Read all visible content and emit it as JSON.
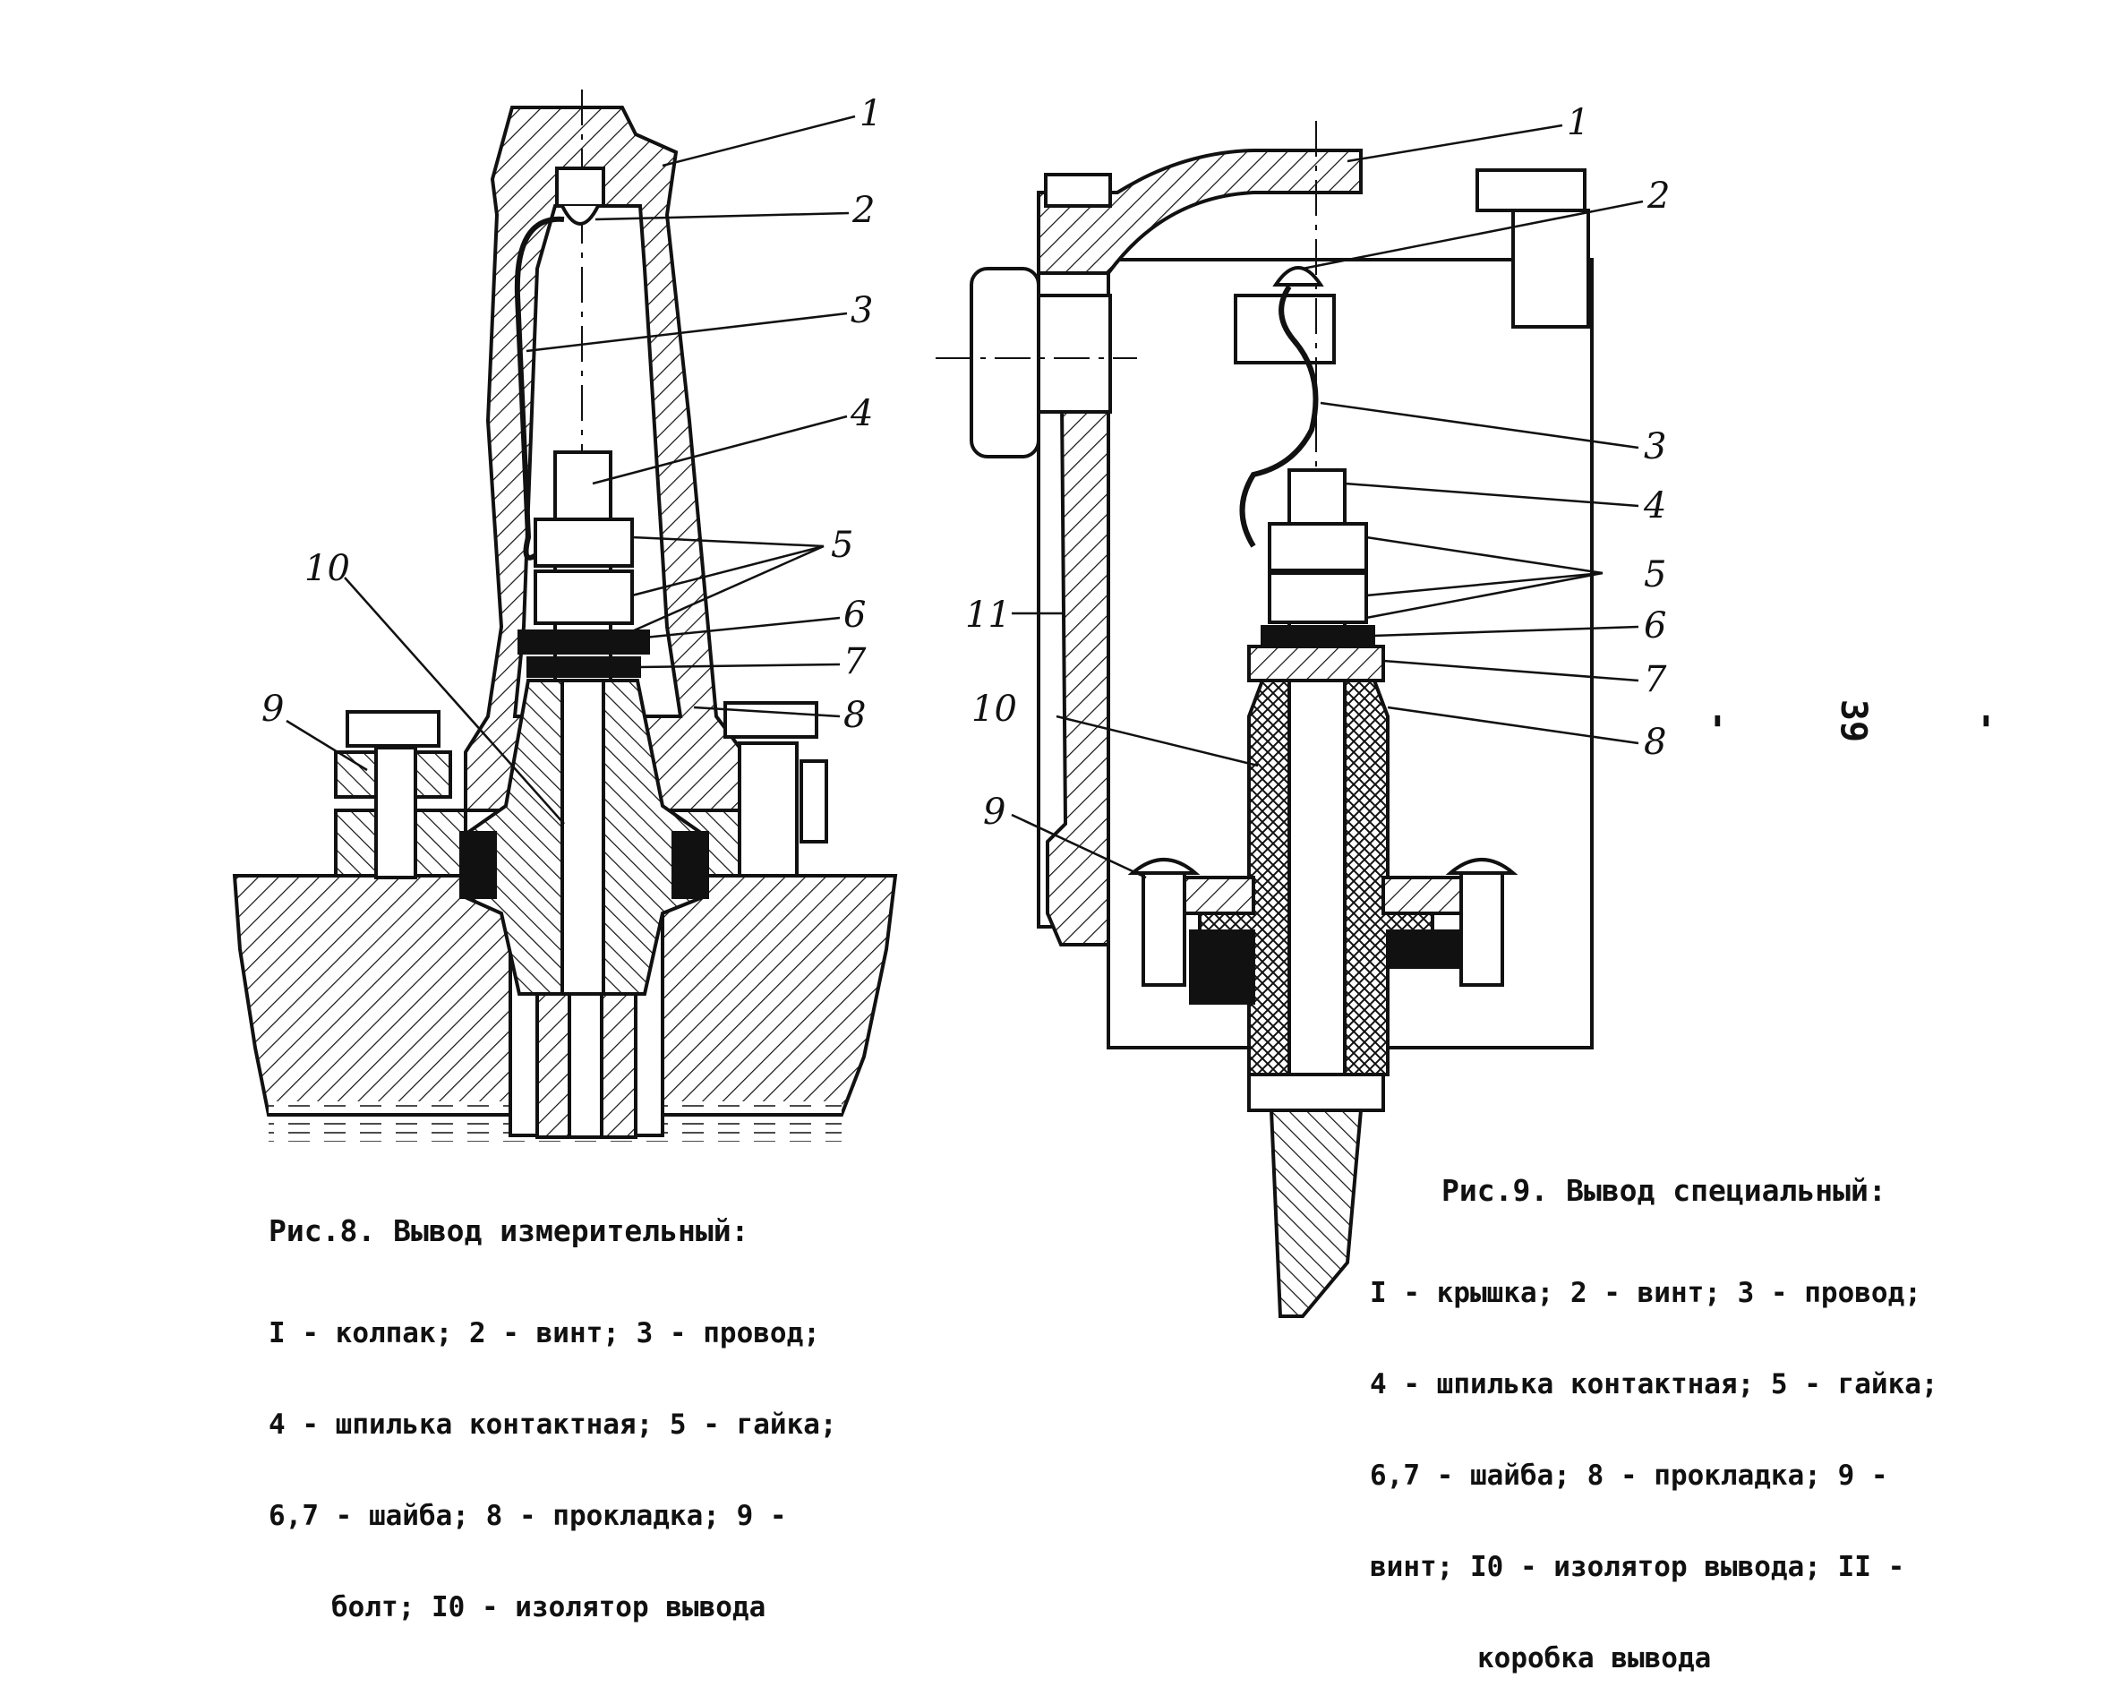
{
  "figure8": {
    "caption_title": "Рис.8. Вывод измерительный:",
    "legend_lines": [
      "I - колпак; 2 - винт; 3 - провод;",
      "4 - шпилька контактная; 5 - гайка;",
      "6,7 - шайба; 8 - прокладка; 9 -",
      "болт; I0 - изолятор вывода"
    ],
    "callouts": [
      "1",
      "2",
      "3",
      "4",
      "5",
      "6",
      "7",
      "8",
      "9",
      "10"
    ]
  },
  "figure9": {
    "caption_title": "Рис.9. Вывод специальный:",
    "legend_lines": [
      "I - крышка; 2 - винт; 3 - провод;",
      "4 - шпилька контактная; 5 - гайка;",
      "6,7 - шайба; 8 - прокладка; 9 -",
      "винт; I0 - изолятор вывода; II -",
      "коробка вывода"
    ],
    "callouts": [
      "1",
      "2",
      "3",
      "4",
      "5",
      "6",
      "7",
      "8",
      "9",
      "10",
      "11"
    ]
  },
  "page_number": "- 39 -",
  "colors": {
    "ink": "#111111",
    "paper": "#ffffff"
  }
}
